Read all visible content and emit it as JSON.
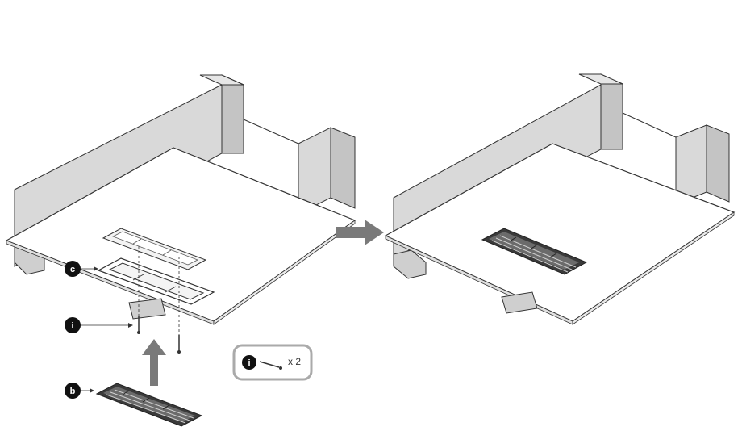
{
  "callouts": {
    "c": "c",
    "i": "i",
    "b": "b"
  },
  "parts_box": {
    "part_label": "i",
    "quantity": "x 2"
  },
  "colors": {
    "wall_face": "#d9d9d9",
    "wall_side": "#c4c4c4",
    "panel": "#ffffff",
    "outline": "#333333",
    "arrow": "#7a7a7a",
    "grille_dark": "#3a3a3a",
    "callout_fill": "#111111"
  },
  "icons": {
    "step_arrow": "right-arrow-icon",
    "insert_arrow": "up-arrow-icon",
    "screw": "screw-icon"
  }
}
